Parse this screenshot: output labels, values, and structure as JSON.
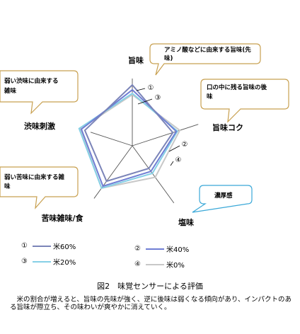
{
  "chart_data": {
    "type": "radar",
    "axes": [
      "旨味",
      "旨味コク",
      "塩味",
      "苦味雑味/食",
      "渋味刺激"
    ],
    "rmax": 1.0,
    "series": [
      {
        "name": "米60%",
        "marker": "①",
        "color": "#7b84b8",
        "values": [
          1.0,
          0.7,
          0.46,
          0.72,
          0.82
        ]
      },
      {
        "name": "米40%",
        "marker": "②",
        "color": "#6f7ed4",
        "values": [
          0.92,
          0.76,
          0.52,
          0.82,
          0.88
        ]
      },
      {
        "name": "米20%",
        "marker": "③",
        "color": "#86d0e6",
        "values": [
          0.86,
          0.78,
          0.56,
          0.86,
          0.92
        ]
      },
      {
        "name": "米0%",
        "marker": "④",
        "color": "#c8c8c8",
        "values": [
          0.84,
          0.82,
          0.64,
          0.86,
          0.9
        ]
      }
    ],
    "annotations": [
      "アミノ酸などに由来する旨味(先味)",
      "口の中に残る旨味の後味",
      "弱い渋味に由来する雑味",
      "濃厚感",
      "弱い苦味に由来する雑味"
    ],
    "markers": [
      "①",
      "③",
      "②",
      "④"
    ]
  },
  "caption": "図2　味覚センサーによる評価",
  "note": "　米の割合が増えると、旨味の先味が強く、逆に後味は弱くなる傾向があり、インパクトのある旨味が際立ち、その味わいが爽やかに消えていく。"
}
